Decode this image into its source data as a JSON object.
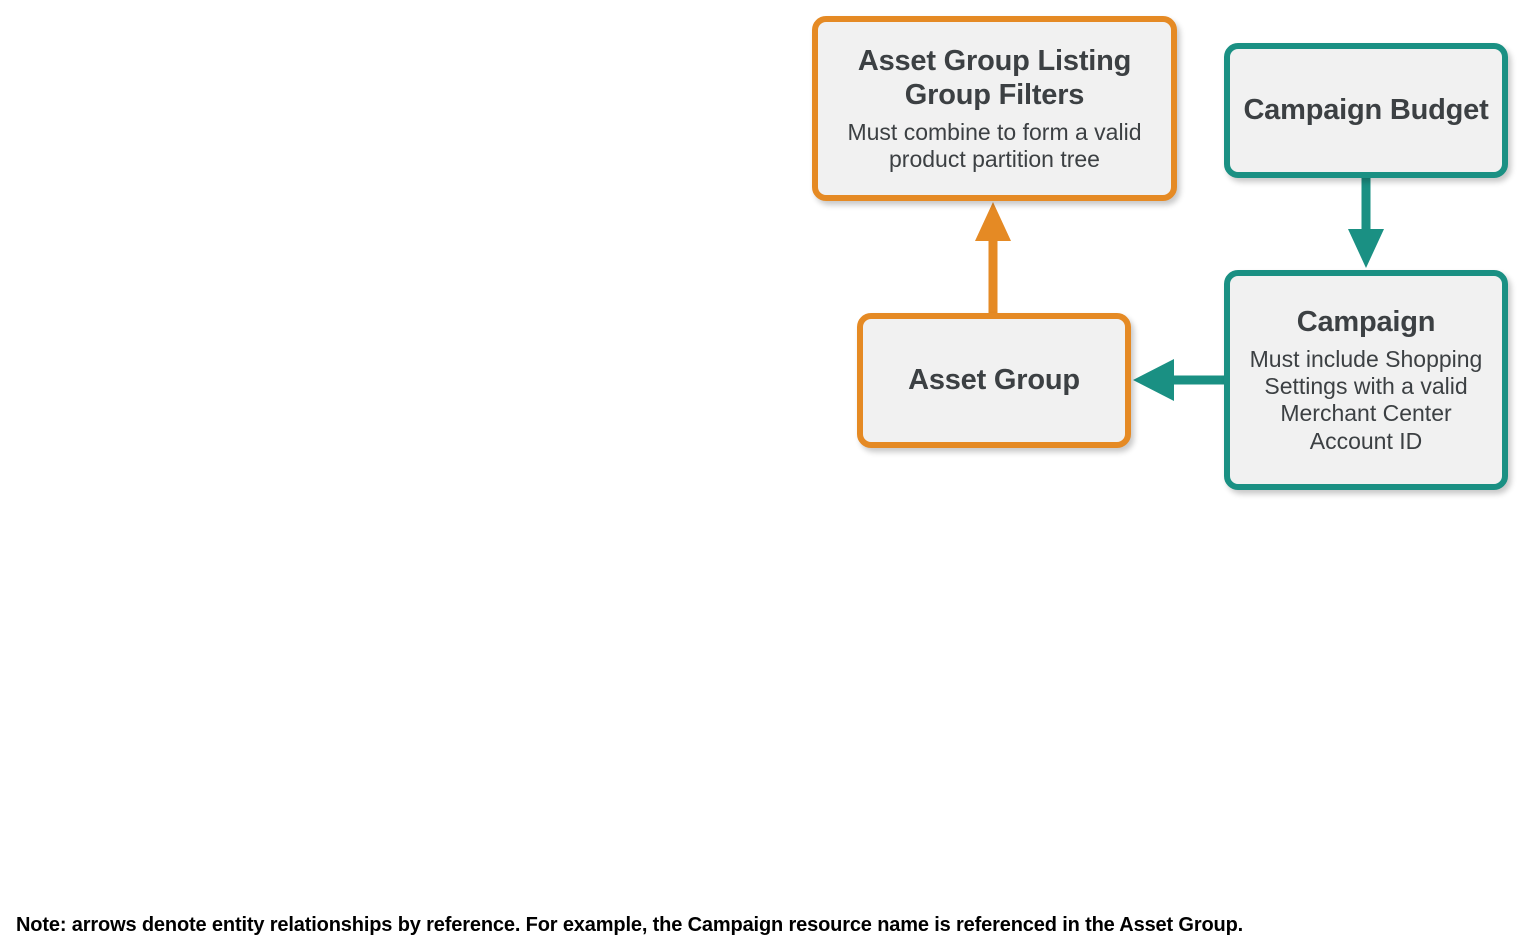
{
  "diagram": {
    "colors": {
      "orange": "#e58a24",
      "teal": "#1a9083",
      "node_fill": "#f1f1f1",
      "node_text": "#3c4043",
      "footnote_text": "#000000",
      "background": "#ffffff"
    },
    "nodes": [
      {
        "id": "asset-group-listing-group-filters",
        "title": "Asset Group Listing Group Filters",
        "subtitle": "Must combine to form a valid product partition tree",
        "color": "orange"
      },
      {
        "id": "campaign-budget",
        "title": "Campaign Budget",
        "subtitle": "",
        "color": "teal"
      },
      {
        "id": "campaign",
        "title": "Campaign",
        "subtitle": "Must include Shopping Settings with a valid Merchant Center Account ID",
        "color": "teal"
      },
      {
        "id": "asset-group",
        "title": "Asset Group",
        "subtitle": "",
        "color": "orange"
      }
    ],
    "edges": [
      {
        "id": "asset-group-to-listing-group-filters",
        "from": "asset-group",
        "to": "asset-group-listing-group-filters",
        "color": "orange",
        "direction": "up"
      },
      {
        "id": "campaign-budget-to-campaign",
        "from": "campaign-budget",
        "to": "campaign",
        "color": "teal",
        "direction": "down"
      },
      {
        "id": "campaign-to-asset-group",
        "from": "campaign",
        "to": "asset-group",
        "color": "teal",
        "direction": "left"
      }
    ],
    "footnote": "Note: arrows denote entity relationships by reference. For example, the Campaign resource name is referenced in the Asset Group."
  }
}
